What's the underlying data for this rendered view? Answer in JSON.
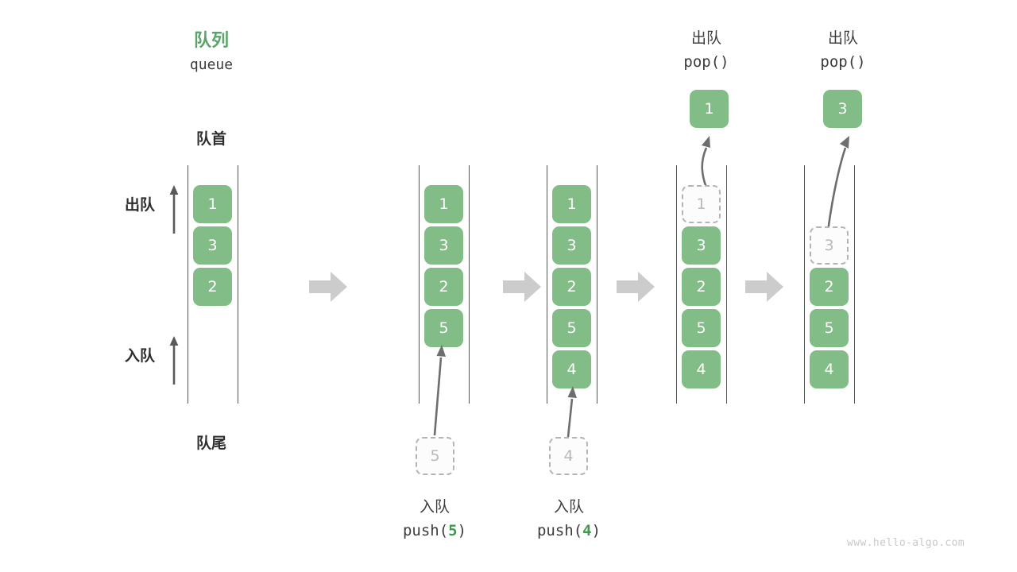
{
  "header": {
    "title_cn": "队列",
    "title_en": "queue",
    "front_label": "队首",
    "rear_label": "队尾",
    "dequeue_label": "出队",
    "enqueue_label": "入队"
  },
  "colors": {
    "accent_green": "#5aa469",
    "cell_green": "#82bc87",
    "ghost_gray": "#b4b4b4",
    "arrow_gray": "#cccccc",
    "text_dark": "#3c3c3c",
    "watermark": "#c9c9c9"
  },
  "operations": {
    "push5": {
      "cn": "入队",
      "code_prefix": "push(",
      "code_arg": "5",
      "code_suffix": ")"
    },
    "push4": {
      "cn": "入队",
      "code_prefix": "push(",
      "code_arg": "4",
      "code_suffix": ")"
    },
    "pop1": {
      "cn": "出队",
      "code": "pop()"
    },
    "pop2": {
      "cn": "出队",
      "code": "pop()"
    }
  },
  "stages": [
    {
      "name": "initial",
      "cells": [
        "1",
        "3",
        "2"
      ],
      "ghost_index": -1,
      "incoming": null,
      "popped": null
    },
    {
      "name": "after-push-5",
      "cells": [
        "1",
        "3",
        "2",
        "5"
      ],
      "ghost_index": -1,
      "incoming": "5",
      "popped": null
    },
    {
      "name": "after-push-4",
      "cells": [
        "1",
        "3",
        "2",
        "5",
        "4"
      ],
      "ghost_index": -1,
      "incoming": "4",
      "popped": null
    },
    {
      "name": "after-pop-1",
      "cells": [
        "1",
        "3",
        "2",
        "5",
        "4"
      ],
      "ghost_index": 0,
      "incoming": null,
      "popped": "1"
    },
    {
      "name": "after-pop-3",
      "cells": [
        "3",
        "2",
        "5",
        "4"
      ],
      "ghost_index": 0,
      "incoming": null,
      "popped": "3"
    }
  ],
  "incoming_ghosts": {
    "push5_value": "5",
    "push4_value": "4"
  },
  "watermark": "www.hello-algo.com"
}
